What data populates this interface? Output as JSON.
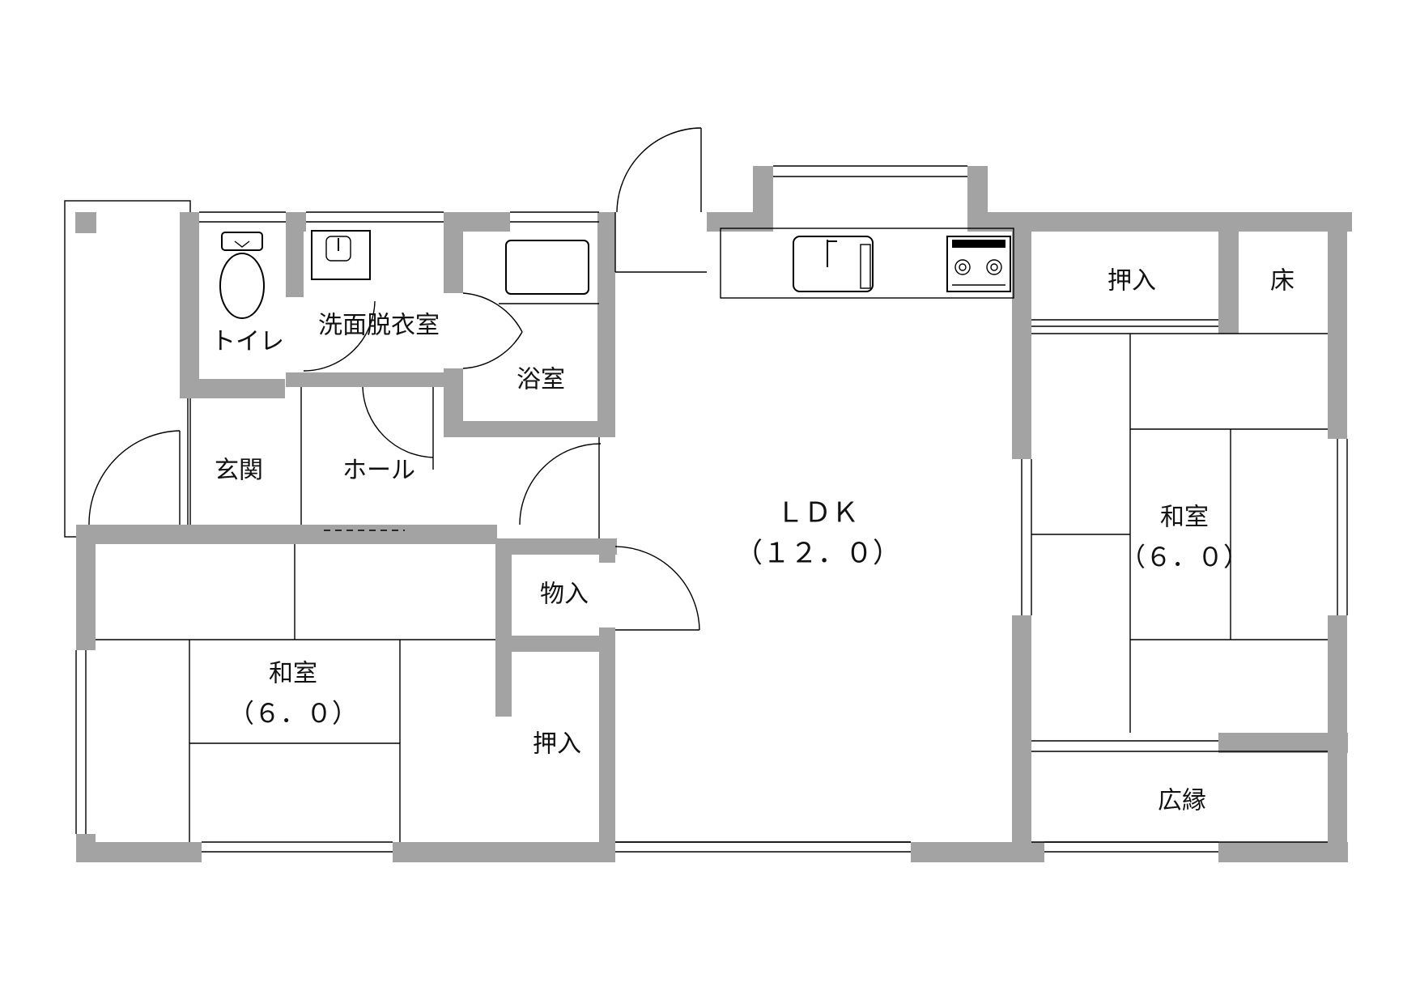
{
  "rooms": {
    "toilet": "トイレ",
    "washroom": "洗面脱衣室",
    "bath": "浴室",
    "entrance": "玄関",
    "hall": "ホール",
    "ldk": "ＬＤＫ",
    "ldk_size": "（１２．０）",
    "closet_top": "押入",
    "tokonoma": "床",
    "washitsu_right": "和室",
    "washitsu_right_size": "（６．０）",
    "storage": "物入",
    "washitsu_left": "和室",
    "washitsu_left_size": "（６．０）",
    "closet_left": "押入",
    "veranda": "広縁"
  },
  "colors": {
    "wall": "#a3a3a3",
    "line": "#000000",
    "background": "#ffffff"
  }
}
